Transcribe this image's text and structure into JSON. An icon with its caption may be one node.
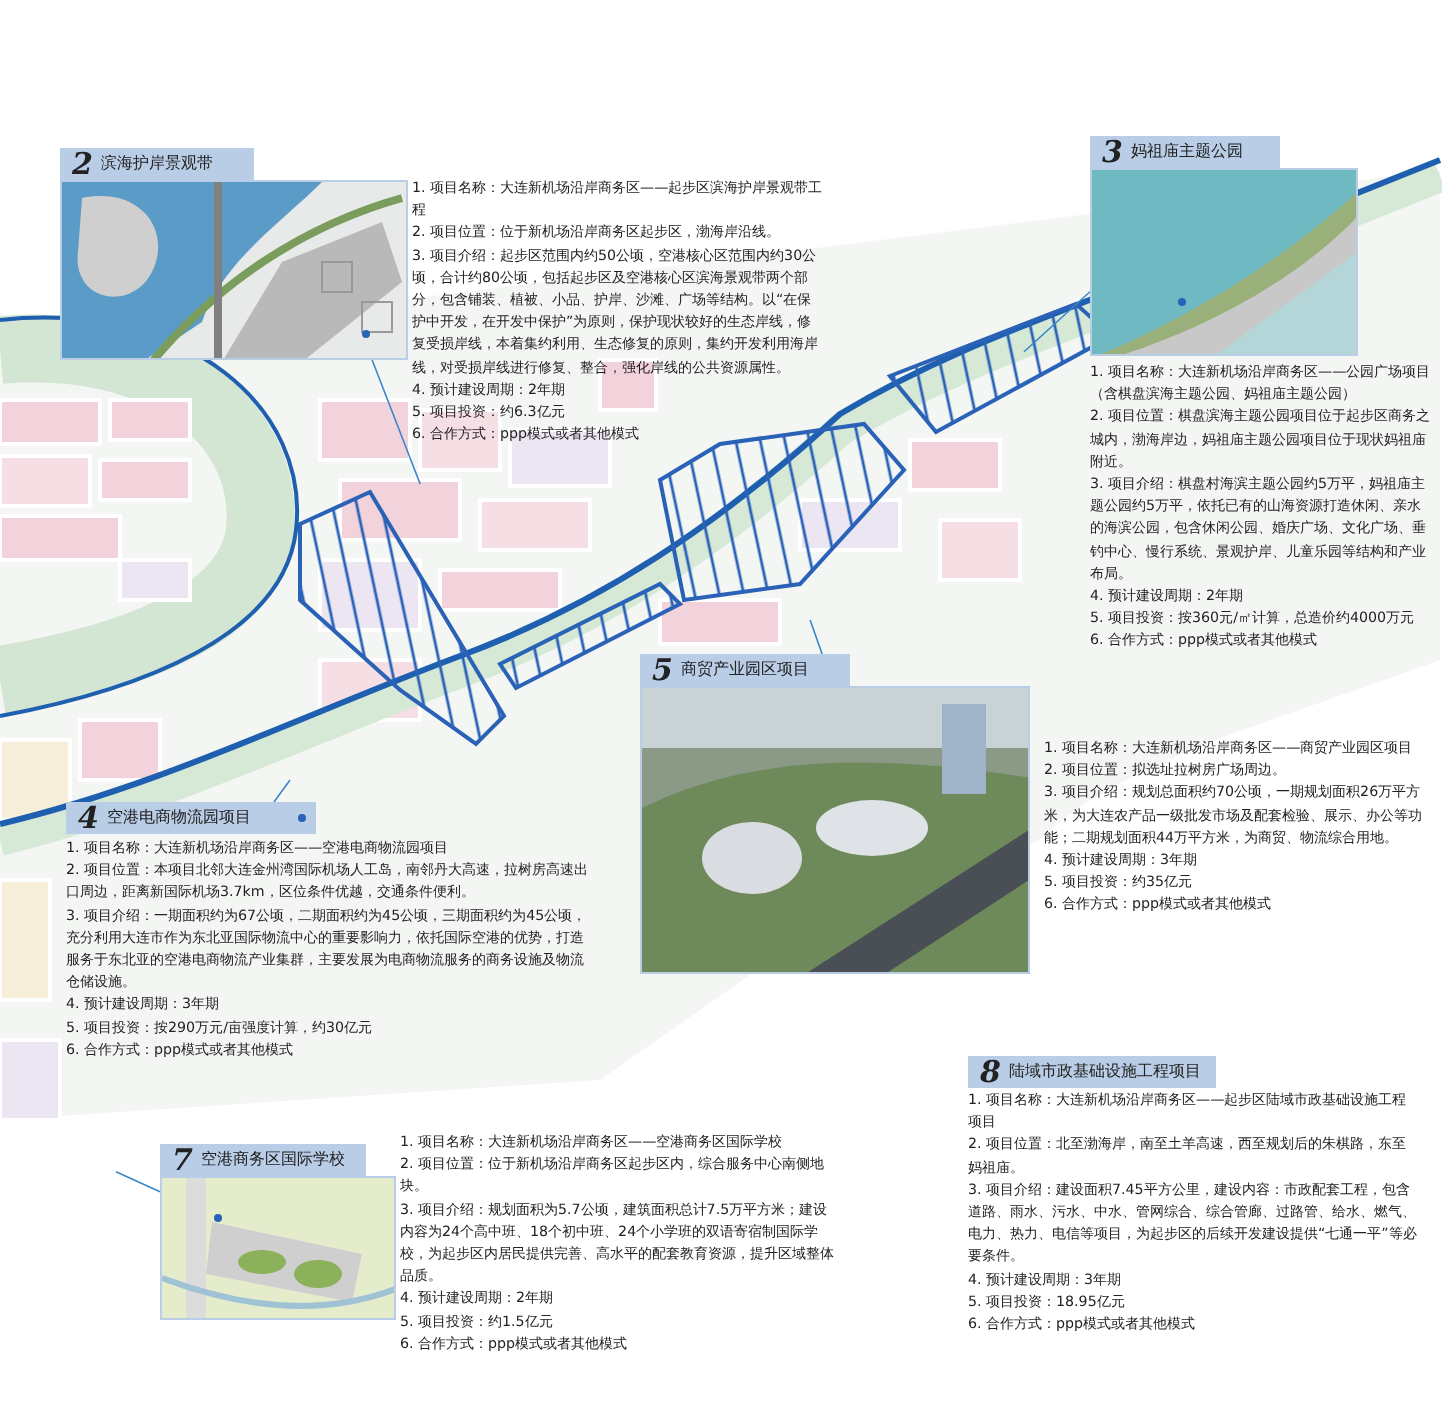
{
  "diagram": {
    "nodes": [
      {
        "text": [
          "2",
          "滨海护岸景观带"
        ],
        "beside": [
          "1. 项目名称：大连新机场沿岸商务区——起步区滨海护岸景观带工程",
          "2. 项目位置：位于新机场沿岸商务区起步区，渤海岸沿线。",
          "3. 项目介绍：起步区范围内约50公顷，空港核心区范围内约30公顷，合计约80公顷，包括起步区及空港核心区滨海景观带两个部分，包含铺装、植被、小品、护岸、沙滩、广场等结构。以“在保护中开发，在开发中保护”为原则，保护现状较好的生态岸线，修复受损岸线，本着集约利用、生态修复的原则，集约开发利用海岸线，对受损岸线进行修复、整合，强化岸线的公共资源属性。",
          "4. 预计建设周期：2年期",
          "5. 项目投资：约6.3亿元",
          "6. 合作方式：ppp模式或者其他模式"
        ]
      },
      {
        "text": [
          "3",
          "妈祖庙主题公园"
        ],
        "beside": [
          "1. 项目名称：大连新机场沿岸商务区——公园广场项目（含棋盘滨海主题公园、妈祖庙主题公园）",
          "2. 项目位置：棋盘滨海主题公园项目位于起步区商务之城内，渤海岸边，妈祖庙主题公园项目位于现状妈祖庙附近。",
          "3. 项目介绍：棋盘村海滨主题公园约5万平，妈祖庙主题公园约5万平，依托已有的山海资源打造休闲、亲水的海滨公园，包含休闲公园、婚庆广场、文化广场、垂钓中心、慢行系统、景观护岸、儿童乐园等结构和产业布局。",
          "4. 预计建设周期：2年期",
          "5. 项目投资：按360元/㎡计算，总造价约4000万元",
          "6. 合作方式：ppp模式或者其他模式"
        ]
      },
      {
        "text": [
          "4",
          "空港电商物流园项目"
        ],
        "beside": [
          "1. 项目名称：大连新机场沿岸商务区——空港电商物流园项目",
          "2. 项目位置：本项目北邻大连金州湾国际机场人工岛，南邻丹大高速，拉树房高速出口周边，距离新国际机场3.7km，区位条件优越，交通条件便利。",
          "3. 项目介绍：一期面积约为67公顷，二期面积约为45公顷，三期面积约为45公顷，充分利用大连市作为东北亚国际物流中心的重要影响力，依托国际空港的优势，打造服务于东北亚的空港电商物流产业集群，主要发展为电商物流服务的商务设施及物流仓储设施。",
          "4. 预计建设周期：3年期",
          "5. 项目投资：按290万元/亩强度计算，约30亿元",
          "6. 合作方式：ppp模式或者其他模式"
        ]
      },
      {
        "text": [
          "5",
          "商贸产业园区项目"
        ],
        "beside": [
          "1. 项目名称：大连新机场沿岸商务区——商贸产业园区项目",
          "2. 项目位置：拟选址拉树房广场周边。",
          "3. 项目介绍：规划总面积约70公顷，一期规划面积26万平方米，为大连农产品一级批发市场及配套检验、展示、办公等功能；二期规划面积44万平方米，为商贸、物流综合用地。",
          "4. 预计建设周期：3年期",
          "5. 项目投资：约35亿元",
          "6. 合作方式：ppp模式或者其他模式"
        ]
      },
      {
        "text": [
          "7",
          "空港商务区国际学校"
        ],
        "beside": [
          "1. 项目名称：大连新机场沿岸商务区——空港商务区国际学校",
          "2. 项目位置：位于新机场沿岸商务区起步区内，综合服务中心南侧地块。",
          "3. 项目介绍：规划面积为5.7公顷，建筑面积总计7.5万平方米；建设内容为24个高中班、18个初中班、24个小学班的双语寄宿制国际学校，为起步区内居民提供完善、高水平的配套教育资源，提升区域整体品质。",
          "4. 预计建设周期：2年期",
          "5. 项目投资：约1.5亿元",
          "6. 合作方式：ppp模式或者其他模式"
        ]
      },
      {
        "text": [
          "8",
          "陆域市政基础设施工程项目"
        ],
        "beside": [
          "1. 项目名称：大连新机场沿岸商务区——起步区陆域市政基础设施工程项目",
          "2. 项目位置：北至渤海岸，南至土羊高速，西至规划后的朱棋路，东至妈祖庙。",
          "3. 项目介绍：建设面积7.45平方公里，建设内容：市政配套工程，包含道路、雨水、污水、中水、管网综合、综合管廊、过路管、给水、燃气、电力、热力、电信等项目，为起步区的后续开发建设提供“七通一平”等必要条件。",
          "4. 预计建设周期：3年期",
          "5. 项目投资：18.95亿元",
          "6. 合作方式：ppp模式或者其他模式"
        ]
      }
    ],
    "edges": [
      {
        "from": 0,
        "to": null,
        "arrow": "none"
      },
      {
        "from": 1,
        "to": null,
        "arrow": "none"
      },
      {
        "from": 2,
        "to": null,
        "arrow": "none"
      },
      {
        "from": 3,
        "to": null,
        "arrow": "none"
      },
      {
        "from": 4,
        "to": null,
        "arrow": "none"
      }
    ]
  }
}
